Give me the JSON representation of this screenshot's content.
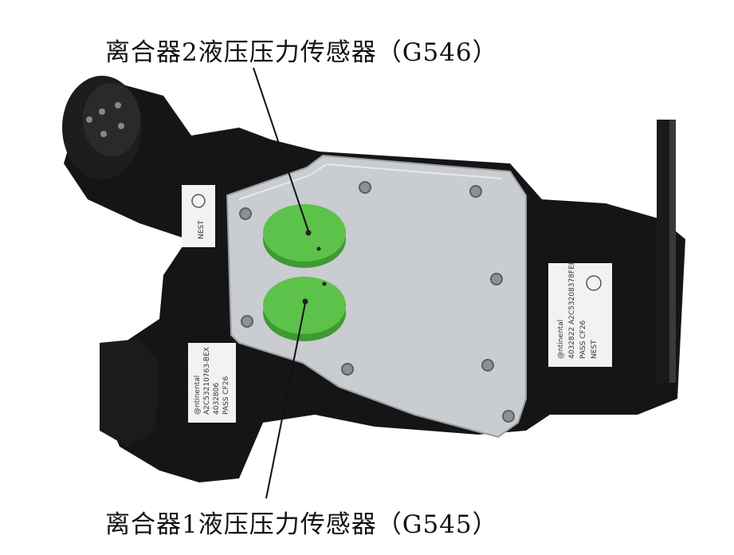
{
  "callouts": {
    "top_label": "离合器2液压压力传感器（G546）",
    "bottom_label": "离合器1液压压力传感器（G545）"
  },
  "stickers": {
    "left_upper": "NEST",
    "left_lower_brand": "@ntinental",
    "left_lower_lines": [
      "A2C53210763-BEX",
      "4032806",
      "PASS CF26"
    ],
    "right_brand": "@ntinental",
    "right_lines": [
      "4032822 A2C53208378FEF",
      "PASS CF26",
      "NEST"
    ]
  },
  "colors": {
    "housing": "#141414",
    "plate": "#c9ccd0",
    "sensor_green": "#5cc24a"
  }
}
